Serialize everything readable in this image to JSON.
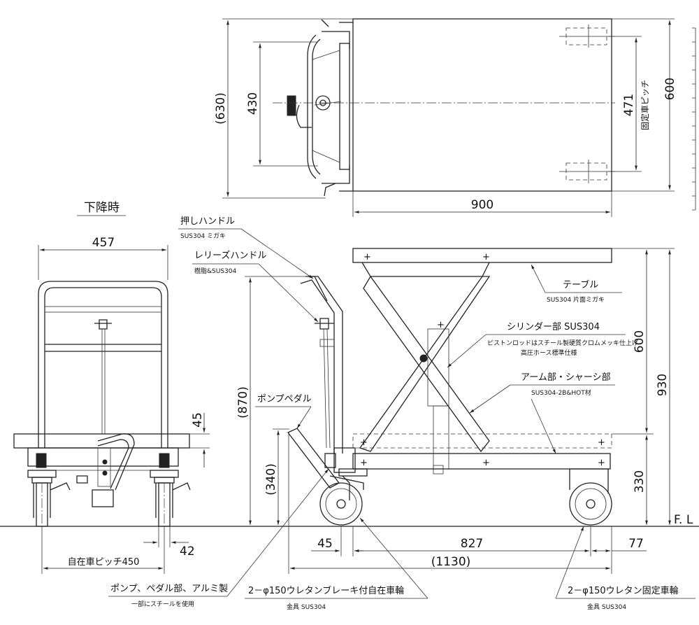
{
  "top_view": {
    "dim_overall_width": "(630)",
    "dim_handle_width": "430",
    "dim_caster_pitch": "471",
    "dim_caster_pitch_label": "固定車ピッチ",
    "dim_table_width": "600",
    "dim_table_length": "900"
  },
  "front_view": {
    "caption": "下降時",
    "dim_width": "457",
    "dim_table_thickness": "45",
    "dim_wheel_width": "42",
    "dim_wheel_pitch": "自在車ピッチ450"
  },
  "side_view": {
    "dim_handle_height": "(870)",
    "dim_pedal_height": "(340)",
    "dim_lift": "600",
    "dim_max_height": "930",
    "dim_min_height": "330",
    "dim_front_offset": "45",
    "dim_wheelbase": "827",
    "dim_rear_offset": "77",
    "dim_overall_length": "(1130)",
    "floor_label": "F. L"
  },
  "callouts": {
    "push_handle": {
      "title": "押しハンドル",
      "sub": "SUS304 ミガキ"
    },
    "release_handle": {
      "title": "レリーズハンドル",
      "sub": "樹脂&SUS304"
    },
    "pump_pedal": {
      "title": "ポンプペダル"
    },
    "table": {
      "title": "テーブル",
      "sub": "SUS304 片面ミガキ"
    },
    "cylinder": {
      "title": "シリンダー部 SUS304",
      "sub1": "ピストンロッドはスチール製硬質クロムメッキ仕上げ",
      "sub2": "高圧ホース標準仕様"
    },
    "arm_chassis": {
      "title": "アーム部・シャーシ部",
      "sub": "SUS304-2B&HOT材"
    },
    "pump_part": {
      "title": "ポンプ、ペダル部、アルミ製",
      "sub": "一部にスチールを使用"
    },
    "caster_swivel": {
      "title": "2－φ150ウレタンブレーキ付自在車輪",
      "sub": "金具 SUS304"
    },
    "caster_fixed": {
      "title": "2－φ150ウレタン固定車輪",
      "sub": "金具 SUS304"
    }
  }
}
